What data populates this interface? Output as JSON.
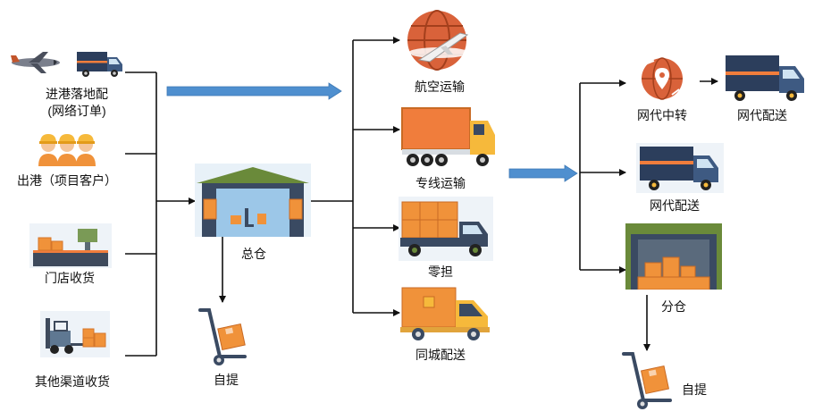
{
  "sources": {
    "import_line1": "进港落地配",
    "import_line2": "(网络订单)",
    "export": "出港（项目客户）",
    "store": "门店收货",
    "other": "其他渠道收货"
  },
  "hub": {
    "main_warehouse": "总仓",
    "self_pickup": "自提"
  },
  "transport": {
    "air": "航空运输",
    "dedicated": "专线运输",
    "ltl": "零担",
    "city": "同城配送"
  },
  "destinations": {
    "transit": "网代中转",
    "delivery_a": "网代配送",
    "delivery_b": "网代配送",
    "branch": "分仓",
    "self_pickup": "自提"
  },
  "colors": {
    "arrow_blue": "#4f8fcf",
    "truck_navy": "#2c3e5c",
    "truck_orange": "#f07d3c",
    "box_orange": "#f0923a",
    "roof_green": "#6a8a3a",
    "globe_orange": "#d9623a"
  }
}
